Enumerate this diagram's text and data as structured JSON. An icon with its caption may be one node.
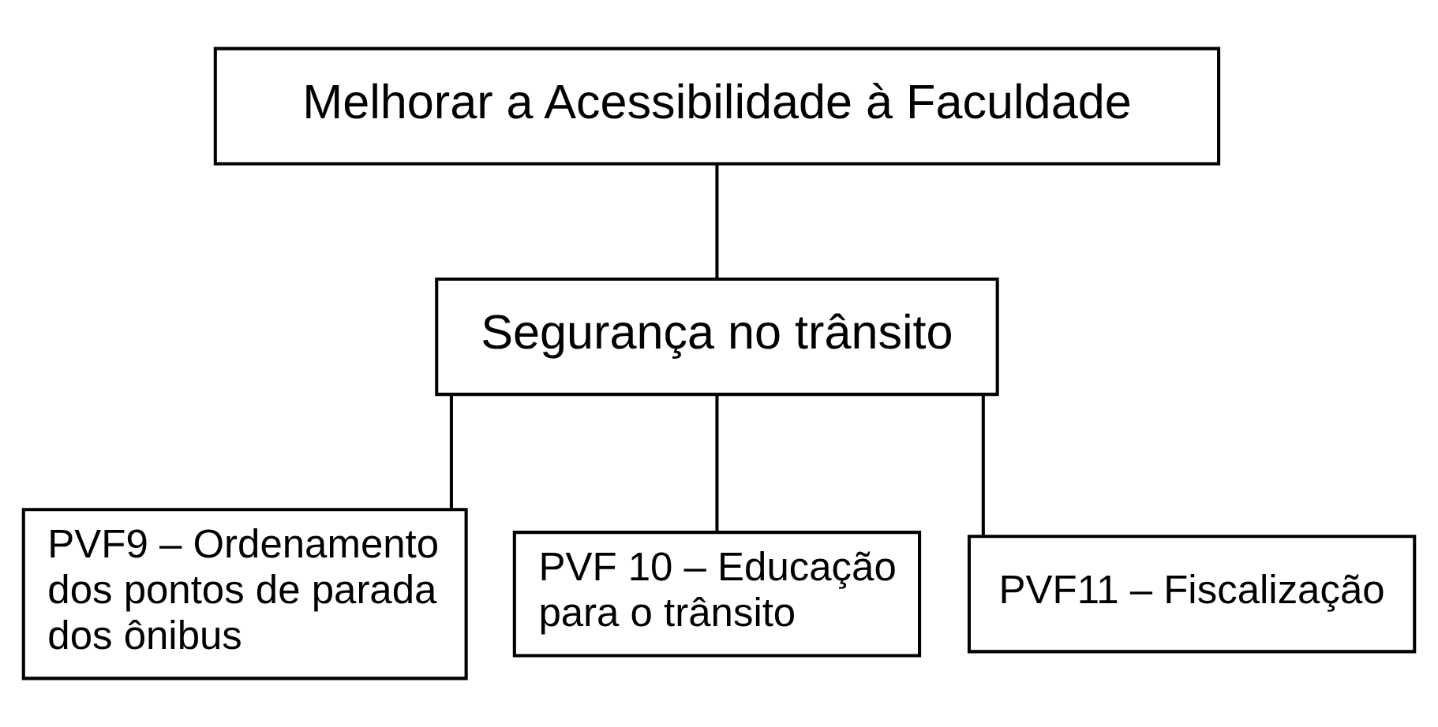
{
  "diagram": {
    "nodes": [
      {
        "text": [
          "Melhorar a Acessibilidade à Faculdade"
        ]
      },
      {
        "text": [
          "Segurança no trânsito"
        ]
      },
      {
        "text": [
          "PVF9 – Ordenamento dos pontos de parada dos ônibus"
        ]
      },
      {
        "text": [
          "PVF 10 – Educação para o trânsito"
        ]
      },
      {
        "text": [
          "PVF11 – Fiscalização"
        ]
      }
    ],
    "edges": [
      {
        "from": 0,
        "to": 1,
        "arrow": "none"
      },
      {
        "from": 1,
        "to": 2,
        "arrow": "none"
      },
      {
        "from": 1,
        "to": 3,
        "arrow": "none"
      },
      {
        "from": 1,
        "to": 4,
        "arrow": "none"
      }
    ]
  }
}
